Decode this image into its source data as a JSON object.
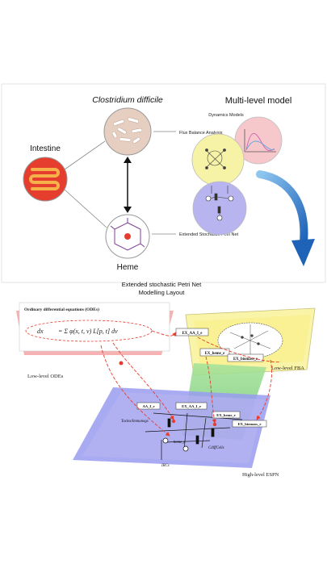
{
  "panel_top": {
    "organism_label": "Clostridium difficile",
    "title": "Multi-level model",
    "intestine_label": "Intestine",
    "heme_label": "Heme",
    "dynamics_label": "Dynamics Models",
    "fba_label": "Flux Balance Analysis",
    "espn_label": "Extended Stochastic Petri Net"
  },
  "panel_bottom": {
    "layout_title_line1": "Extended stochastic Petri Net",
    "layout_title_line2": "Modelling Layout",
    "ode_box_title": "Ordinary differential equations (ODEs)",
    "ode_equation_lhs": "dx",
    "ode_equation_rhs": "= Σ φ(x, t, v) L[p, t] dv",
    "low_odes_label": "Low-level ODEs",
    "low_fba_label": "Low-level FBA",
    "high_espn_label": "High-level ESPN",
    "fba_nodes": [
      "EX_AA_I_e",
      "EX_heme_e",
      "EX_biomass_e"
    ],
    "espn_nodes": [
      "AA_I_e",
      "EX_AA_I_e",
      "EX_heme_e",
      "EX_biomass_e",
      "Toxins/Immunogs",
      "heme_e",
      "CdiffCells",
      "IRCs"
    ]
  },
  "colors": {
    "cdiff_circle": "#e6cfc1",
    "intestine_red": "#e53d2e",
    "fba_yellow": "#f7f3a6",
    "dyn_pink": "#f7c8cb",
    "espn_purple": "#b8b4f0",
    "arrow_blue": "#1f6fc2",
    "espn_plane": "#9a9cf0",
    "fba_plane": "#faf4a8",
    "ode_plane": "#f4a5a5",
    "link_red": "#e53d2e"
  }
}
